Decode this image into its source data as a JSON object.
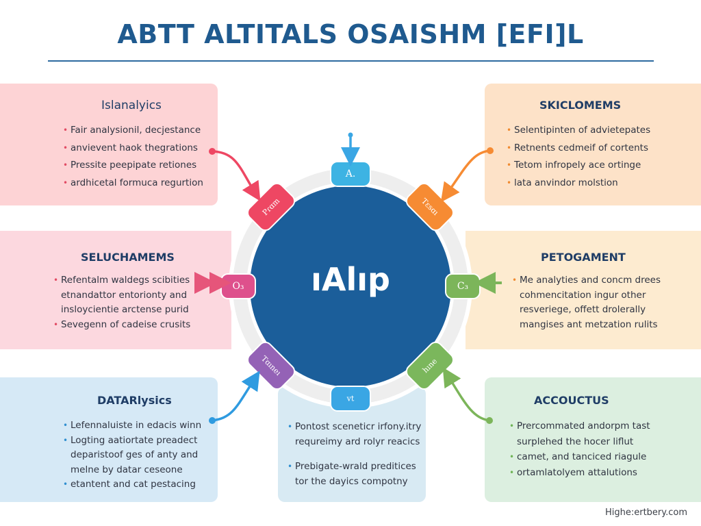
{
  "header": {
    "title": "ABTT ALTITALS OSAISHM [EFI]L"
  },
  "center": {
    "label": "ıAlıp",
    "colors": {
      "core": "#1b5e9a",
      "ring": "#eeeeee"
    }
  },
  "petals": [
    {
      "id": "top",
      "label": "A.",
      "color": "#3db3e3"
    },
    {
      "id": "top-left",
      "label": "Pɾɑm",
      "color": "#ee4763"
    },
    {
      "id": "top-right",
      "label": "Tɛsɑı",
      "color": "#f68b33"
    },
    {
      "id": "left",
      "label": "O₃",
      "color": "#de508c"
    },
    {
      "id": "right",
      "label": "C₃",
      "color": "#7cb55a"
    },
    {
      "id": "bottom-left",
      "label": "Tɑıneı",
      "color": "#9462b6"
    },
    {
      "id": "bottom-right",
      "label": "hıne",
      "color": "#7bb75c"
    },
    {
      "id": "bottom",
      "label": "vt",
      "color": "#3aa6e4"
    }
  ],
  "panels": {
    "top_left": {
      "title": "Islanalyics",
      "items": [
        {
          "text": "Fair analysionil, decjestance",
          "bullet": true
        },
        {
          "text": "anvievent haok thegrations",
          "bullet": true
        },
        {
          "text": "Pressite peepipate retiones",
          "bullet": true
        },
        {
          "text": "ardhicetal formuca regurtion",
          "bullet": true
        }
      ]
    },
    "top_right": {
      "title": "SKICLOMEMS",
      "items": [
        {
          "text": "Selentipinten of advietepates",
          "bullet": true
        },
        {
          "text": "Retnents cedmeif of cortents",
          "bullet": true
        },
        {
          "text": "Tetom infropely ace ortinge",
          "bullet": true
        },
        {
          "text": "lata anvindor molstion",
          "bullet": true
        }
      ]
    },
    "middle_left": {
      "title": "SELUCHAMEMS",
      "items": [
        {
          "text": "Refentalm waldegs scibities",
          "bullet": true
        },
        {
          "text": "etnandattor entorionty and",
          "bullet": false
        },
        {
          "text": "insloycientie arctense purid",
          "bullet": false
        },
        {
          "text": "Sevegenn of cadeise crusits",
          "bullet": true
        }
      ]
    },
    "middle_right": {
      "title": "PETOGAMENT",
      "items": [
        {
          "text": "Me analyties and concm drees",
          "bullet": true
        },
        {
          "text": "cohmencitation ingur other",
          "bullet": false
        },
        {
          "text": "resveriege, offett drolerally",
          "bullet": false
        },
        {
          "text": "mangises ant metzation rulits",
          "bullet": false
        }
      ]
    },
    "bottom_left": {
      "title": "DATARlysics",
      "items": [
        {
          "text": "Lefennaluiste in edacis winn",
          "bullet": true
        },
        {
          "text": "Logting aatiortate preadect",
          "bullet": true
        },
        {
          "text": "deparistoof ges of anty and",
          "bullet": false
        },
        {
          "text": "melne by datar ceseone",
          "bullet": false
        },
        {
          "text": "etantent and cat pestacing",
          "bullet": true
        }
      ]
    },
    "bottom_center": {
      "items": [
        {
          "text": "Pontost sceneticr irfony.itry",
          "bullet": true
        },
        {
          "text": "requreimy ard rolyr reacics",
          "bullet": false
        },
        {
          "text": "Prebigate-wrald preditices",
          "bullet": true
        },
        {
          "text": "tor the dayics compotny",
          "bullet": false
        }
      ]
    },
    "bottom_right": {
      "title": "ACCOUCTUS",
      "items": [
        {
          "text": "Prercommated andorpm tast",
          "bullet": true
        },
        {
          "text": "surplehed the hocer liflut",
          "bullet": false
        },
        {
          "text": "camet, and tanciced riagule",
          "bullet": true
        },
        {
          "text": "ortamlatolyem attalutions",
          "bullet": true
        }
      ]
    }
  },
  "arrow_colors": {
    "top_left": "#ee4763",
    "top": "#3aa6e4",
    "top_right": "#f68b33",
    "left": "#e6557a",
    "right": "#7cb55a",
    "bottom_left": "#2f9be0",
    "bottom_right": "#7cb55a"
  },
  "footer": {
    "watermark": "Highe:ertbery.com"
  }
}
